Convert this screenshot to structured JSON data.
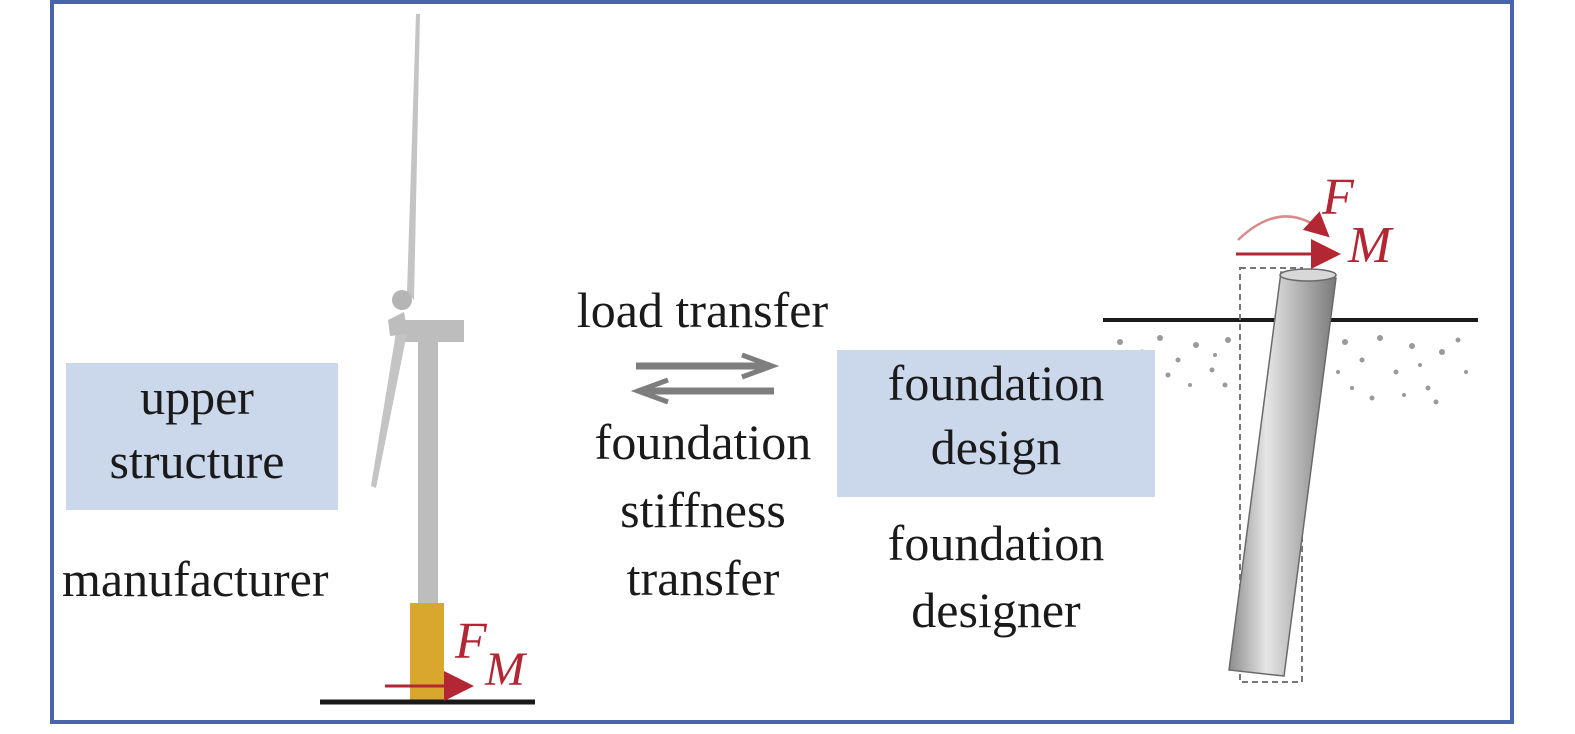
{
  "left": {
    "box_label_line1": "upper",
    "box_label_line2": "structure",
    "role_label": "manufacturer",
    "force_F": "F",
    "force_M": "M"
  },
  "middle": {
    "top_label": "load transfer",
    "bottom_line1": "foundation",
    "bottom_line2": "stiffness",
    "bottom_line3": "transfer"
  },
  "right": {
    "box_label_line1": "foundation",
    "box_label_line2": "design",
    "role_line1": "foundation",
    "role_line2": "designer",
    "force_F": "F",
    "force_M": "M"
  },
  "colors": {
    "frame": "#4a63ad",
    "label_box": "#cbd8eb",
    "force_red": "#b32633",
    "tower_gray": "#bdbdbd",
    "transition_piece": "#d9a62e"
  },
  "icons": {
    "turbine": "wind-turbine-icon",
    "arrows": "bidirectional-arrows-icon",
    "pile": "tilted-pile-icon"
  }
}
